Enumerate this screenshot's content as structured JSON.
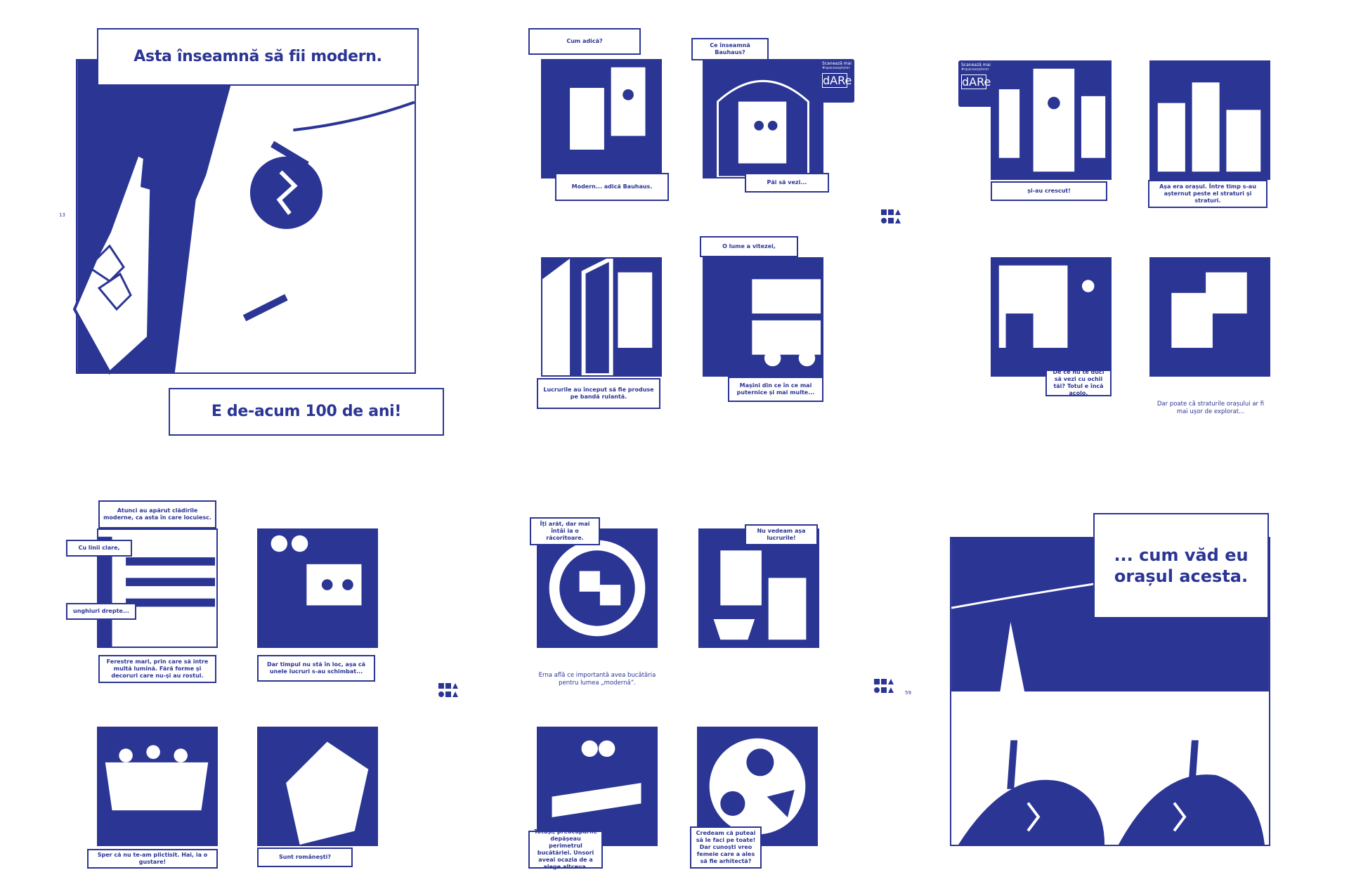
{
  "colors": {
    "ink": "#2b3594",
    "paper": "#ffffff"
  },
  "pages": {
    "p13": "13",
    "p59": "59"
  },
  "spread1": {
    "top_bubble": "Asta înseamnă să fii modern.",
    "bottom_bubble": "E de-acum 100 de ani!"
  },
  "spread2": {
    "b1": "Cum adică?",
    "b2": "Modern... adică Bauhaus.",
    "b3": "Ce înseamnă Bauhaus?",
    "b4": "Păi să vezi...",
    "b5": "Lucrurile au început să fie produse pe bandă rulantă.",
    "b6": "O lume a vitezei,",
    "b7": "Mașini din ce în ce mai puternice și mai multe...",
    "badge_line1": "Scanează mai",
    "badge_line2": "#spaceexplorer",
    "badge_logo": "dARe"
  },
  "spread3": {
    "badge_line1": "Scanează mai",
    "badge_line2": "#spaceexplorer",
    "badge_logo": "dARe",
    "b1": "și-au crescut!",
    "b2": "Așa era orașul. Între timp s-au așternut peste el straturi și straturi.",
    "b3": "De ce nu te duci să vezi cu ochii tăi? Totul e încă acolo.",
    "caption": "Dar poate că straturile orașului ar fi mai ușor de explorat..."
  },
  "spread4": {
    "b1": "Atunci au apărut clădirile moderne, ca asta în care locuiesc.",
    "b2": "Cu linii clare,",
    "b3": "unghiuri drepte...",
    "b4": "Ferestre mari, prin care să intre multă lumină. Fără forme și decoruri care nu-și au rostul.",
    "b5": "Dar timpul nu stă în loc, așa că unele lucruri s-au schimbat...",
    "b6": "Sper că nu te-am plictisit. Hai, ia o gustare!",
    "b7": "Sunt românești?"
  },
  "spread5": {
    "b1": "Îți arăt, dar mai întâi ia o răcoritoare.",
    "b2": "Nu vedeam așa lucrurile!",
    "caption": "Erna află ce importantă avea bucătăria pentru lumea „modernă”.",
    "b3": "Totuși, preocupările depășeau perimetrul bucătăriei. Unsori aveai ocazia de a alege altceva.",
    "b4": "Credeam că puteai să le faci pe toate! Dar cunoști vreo femeie care a ales să fie arhitectă?"
  },
  "spread6": {
    "bubble": "... cum văd eu orașul acesta."
  }
}
